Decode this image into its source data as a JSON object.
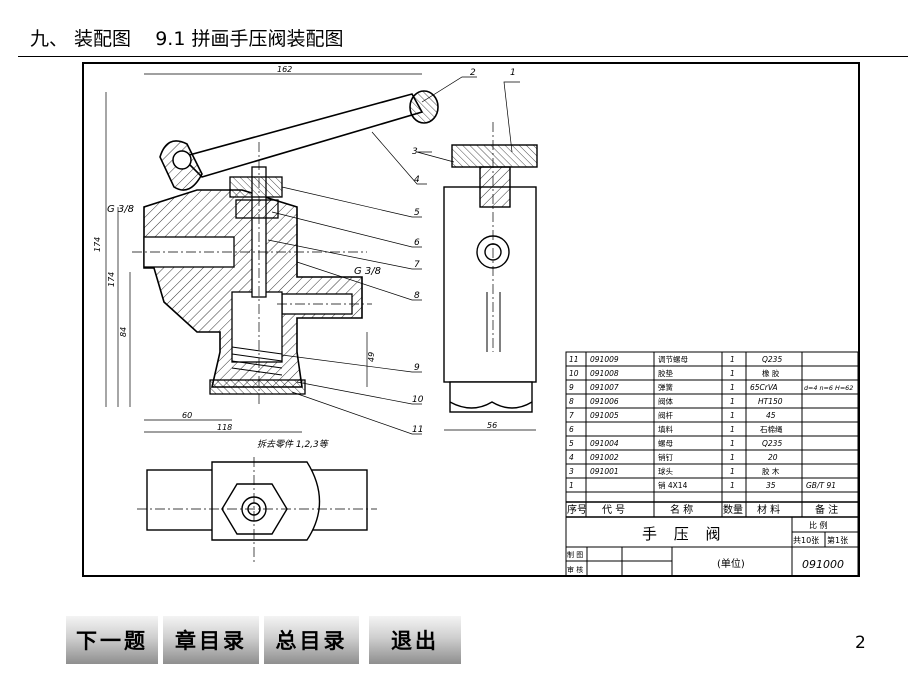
{
  "header": {
    "title": "九、 装配图    9.1 拼画手压阀装配图"
  },
  "drawing": {
    "dims": {
      "overall_width": "162",
      "height_174_a": "174",
      "height_174_b": "174",
      "height_84": "84",
      "width_60": "60",
      "width_118": "118",
      "right_56": "56",
      "right_49": "49"
    },
    "thread_labels": [
      "G 3/8",
      "G 3/8"
    ],
    "balloons": [
      "1",
      "2",
      "3",
      "4",
      "5",
      "6",
      "7",
      "8",
      "9",
      "10",
      "11"
    ],
    "note": "拆去零件 1,2,3等",
    "parts_table": {
      "rows": [
        [
          "11",
          "091009",
          "调节螺母",
          "1",
          "Q235",
          ""
        ],
        [
          "10",
          "091008",
          "胶垫",
          "1",
          "橡 胶",
          ""
        ],
        [
          "9",
          "091007",
          "弹簧",
          "1",
          "65CrVA",
          "d=4 n=6 H=62"
        ],
        [
          "8",
          "091006",
          "阀体",
          "1",
          "HT150",
          ""
        ],
        [
          "7",
          "091005",
          "阀杆",
          "1",
          "45",
          ""
        ],
        [
          "6",
          "",
          "填料",
          "1",
          "石棉绳",
          ""
        ],
        [
          "5",
          "091004",
          "螺母",
          "1",
          "Q235",
          ""
        ],
        [
          "4",
          "091002",
          "销钉",
          "1",
          "20",
          ""
        ],
        [
          "3",
          "091001",
          "球头",
          "1",
          "胶 木",
          ""
        ],
        [
          "1",
          "",
          "销 4X14",
          "1",
          "35",
          "GB/T 91"
        ]
      ],
      "header": [
        "序号",
        "代  号",
        "名  称",
        "数量",
        "材 料",
        "备 注"
      ]
    },
    "title_block": {
      "name": "手 压 阀",
      "scale_label": "比 例",
      "sheets": "共10张",
      "sheet": "第1张",
      "drawn": "制 图",
      "checked": "审 核",
      "unit": "(单位)",
      "drawing_no": "091000"
    }
  },
  "nav": {
    "next": "下一题",
    "chapter": "章目录",
    "contents": "总目录",
    "exit": "退出"
  },
  "page_number": "2"
}
